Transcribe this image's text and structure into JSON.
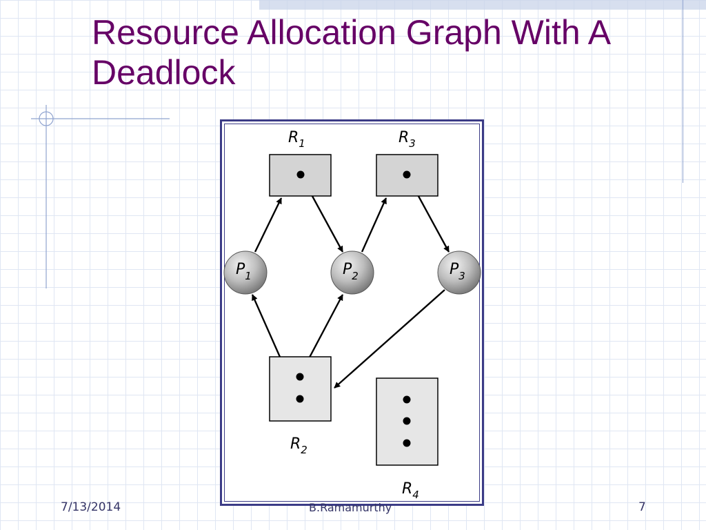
{
  "slide": {
    "title_line1": "Resource Allocation Graph With A",
    "title_line2": "Deadlock",
    "colors": {
      "title": "#660066",
      "frame": "#3b3b86",
      "grid": "#dfe6f3"
    }
  },
  "diagram": {
    "processes": [
      {
        "id": "P1",
        "main": "P",
        "sub": "1"
      },
      {
        "id": "P2",
        "main": "P",
        "sub": "2"
      },
      {
        "id": "P3",
        "main": "P",
        "sub": "3"
      }
    ],
    "resources": [
      {
        "id": "R1",
        "main": "R",
        "sub": "1",
        "instances": 1
      },
      {
        "id": "R3",
        "main": "R",
        "sub": "3",
        "instances": 1
      },
      {
        "id": "R2",
        "main": "R",
        "sub": "2",
        "instances": 2
      },
      {
        "id": "R4",
        "main": "R",
        "sub": "4",
        "instances": 3
      }
    ],
    "edges": [
      {
        "from": "P1",
        "to": "R1",
        "kind": "request"
      },
      {
        "from": "R1",
        "to": "P2",
        "kind": "assignment"
      },
      {
        "from": "P2",
        "to": "R3",
        "kind": "request"
      },
      {
        "from": "R3",
        "to": "P3",
        "kind": "assignment"
      },
      {
        "from": "P3",
        "to": "R2",
        "kind": "request"
      },
      {
        "from": "R2",
        "to": "P1",
        "kind": "assignment"
      },
      {
        "from": "R2",
        "to": "P2",
        "kind": "assignment"
      }
    ]
  },
  "footer": {
    "date": "7/13/2014",
    "author": "B.Ramamurthy",
    "page": "7"
  }
}
